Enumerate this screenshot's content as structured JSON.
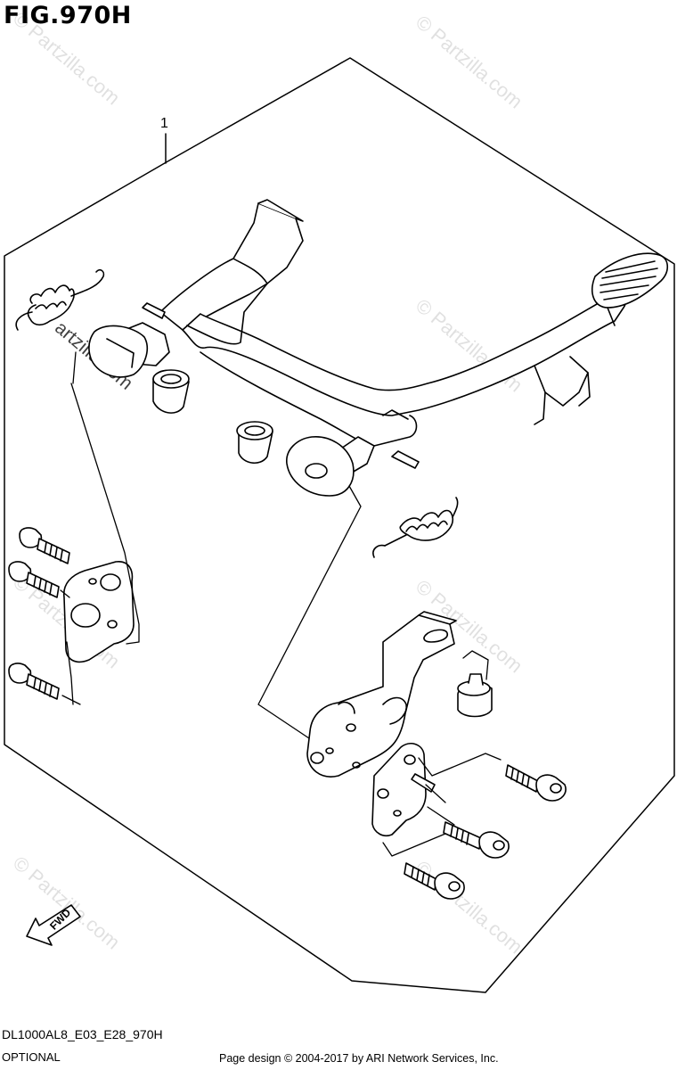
{
  "figure": {
    "title": "FIG.970H",
    "callout_number": "1"
  },
  "watermark": {
    "text": "© Partzilla.com",
    "partial_text": "artzilla.com",
    "color": "#d9d9d9"
  },
  "direction": {
    "label": "FWD",
    "icon": "fwd-arrow-icon"
  },
  "model": {
    "code": "DL1000AL8_E03_E28_970H",
    "option_label": "OPTIONAL"
  },
  "footer": {
    "text": "Page design © 2004-2017 by ARI Network Services, Inc."
  },
  "colors": {
    "line": "#000000",
    "background": "#ffffff"
  }
}
